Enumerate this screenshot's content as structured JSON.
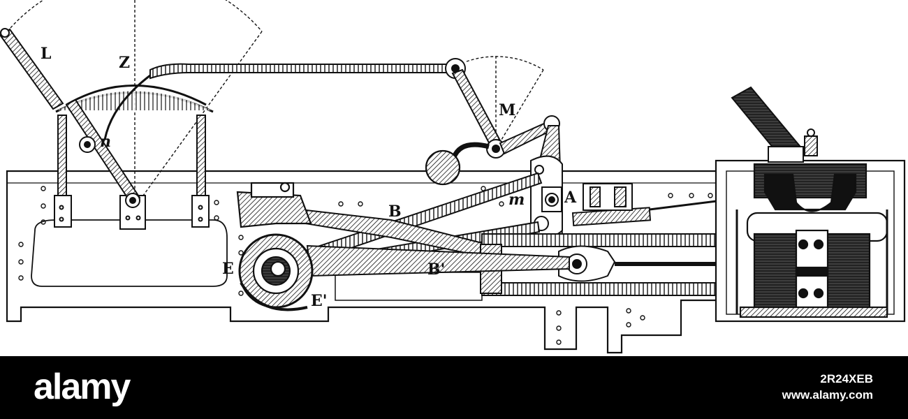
{
  "diagram": {
    "labels": {
      "L": "L",
      "Z": "Z",
      "n": "n",
      "M": "M",
      "m": "m",
      "A": "A",
      "B": "B",
      "B_prime": "B'",
      "E": "E",
      "E_prime": "E'"
    }
  },
  "watermark": {
    "brand": "alamy",
    "image_id": "2R24XEB",
    "site": "www.alamy.com"
  },
  "colors": {
    "ink": "#111111",
    "paper": "#ffffff",
    "footer_bg": "#000000",
    "footer_text": "#ffffff"
  }
}
